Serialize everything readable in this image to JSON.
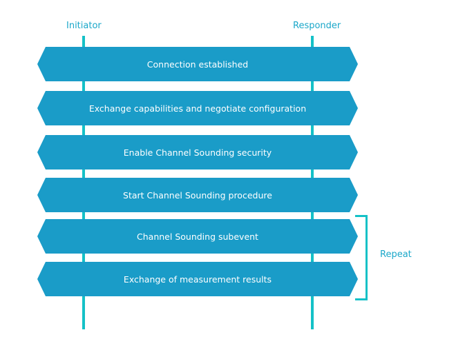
{
  "lanes": {
    "initiator": "Initiator",
    "responder": "Responder"
  },
  "steps": [
    "Connection established",
    "Exchange capabilities and negotiate configuration",
    "Enable Channel Sounding security",
    "Start Channel Sounding procedure",
    "Channel Sounding subevent",
    "Exchange of measurement results"
  ],
  "repeat": {
    "label": "Repeat",
    "covers_steps": [
      4,
      5
    ]
  },
  "colors": {
    "step_fill": "#1a9cc8",
    "lifeline": "#14c1c7",
    "label_text": "#1aa7c9",
    "step_text": "#ffffff"
  }
}
